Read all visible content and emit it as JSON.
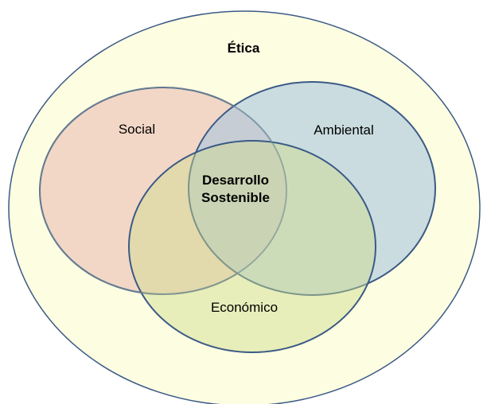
{
  "diagram": {
    "outer": {
      "label": "Ética",
      "fill": "#fdfde1"
    },
    "circles": [
      {
        "label": "Social",
        "fill": "#f2d7c7"
      },
      {
        "label": "Ambiental",
        "fill": "#bcd3e4"
      },
      {
        "label": "Económico",
        "fill": "#dfe8b4"
      }
    ],
    "center": {
      "line1": "Desarrollo",
      "line2": "Sostenible"
    },
    "stroke": "#3b5a86"
  }
}
